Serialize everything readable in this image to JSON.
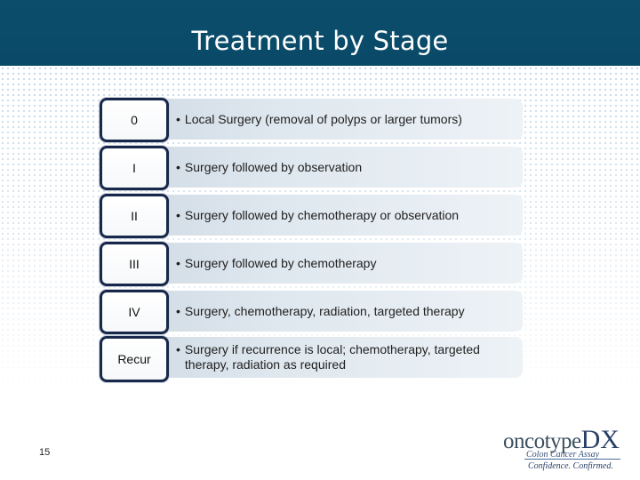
{
  "slide": {
    "title": "Treatment by Stage",
    "page_number": "15"
  },
  "stages": [
    {
      "stage": "0",
      "bullet": "•",
      "description": "Local Surgery (removal of polyps or larger tumors)"
    },
    {
      "stage": "I",
      "bullet": "•",
      "description": "Surgery followed by observation"
    },
    {
      "stage": "II",
      "bullet": "•",
      "description": "Surgery followed by chemotherapy or observation"
    },
    {
      "stage": "III",
      "bullet": "•",
      "description": "Surgery followed by chemotherapy"
    },
    {
      "stage": "IV",
      "bullet": "•",
      "description": "Surgery, chemotherapy, radiation, targeted therapy"
    },
    {
      "stage": "Recur",
      "bullet": "•",
      "description": "Surgery if recurrence is local; chemotherapy, targeted therapy, radiation as required"
    }
  ],
  "logo": {
    "word": "oncotype",
    "dx": "DX",
    "subtitle": "Colon Cancer Assay",
    "tagline": "Confidence. Confirmed."
  },
  "colors": {
    "title_bar": "#0b4d6b",
    "stage_border": "#17284a",
    "desc_box": "#dfe8ef"
  }
}
